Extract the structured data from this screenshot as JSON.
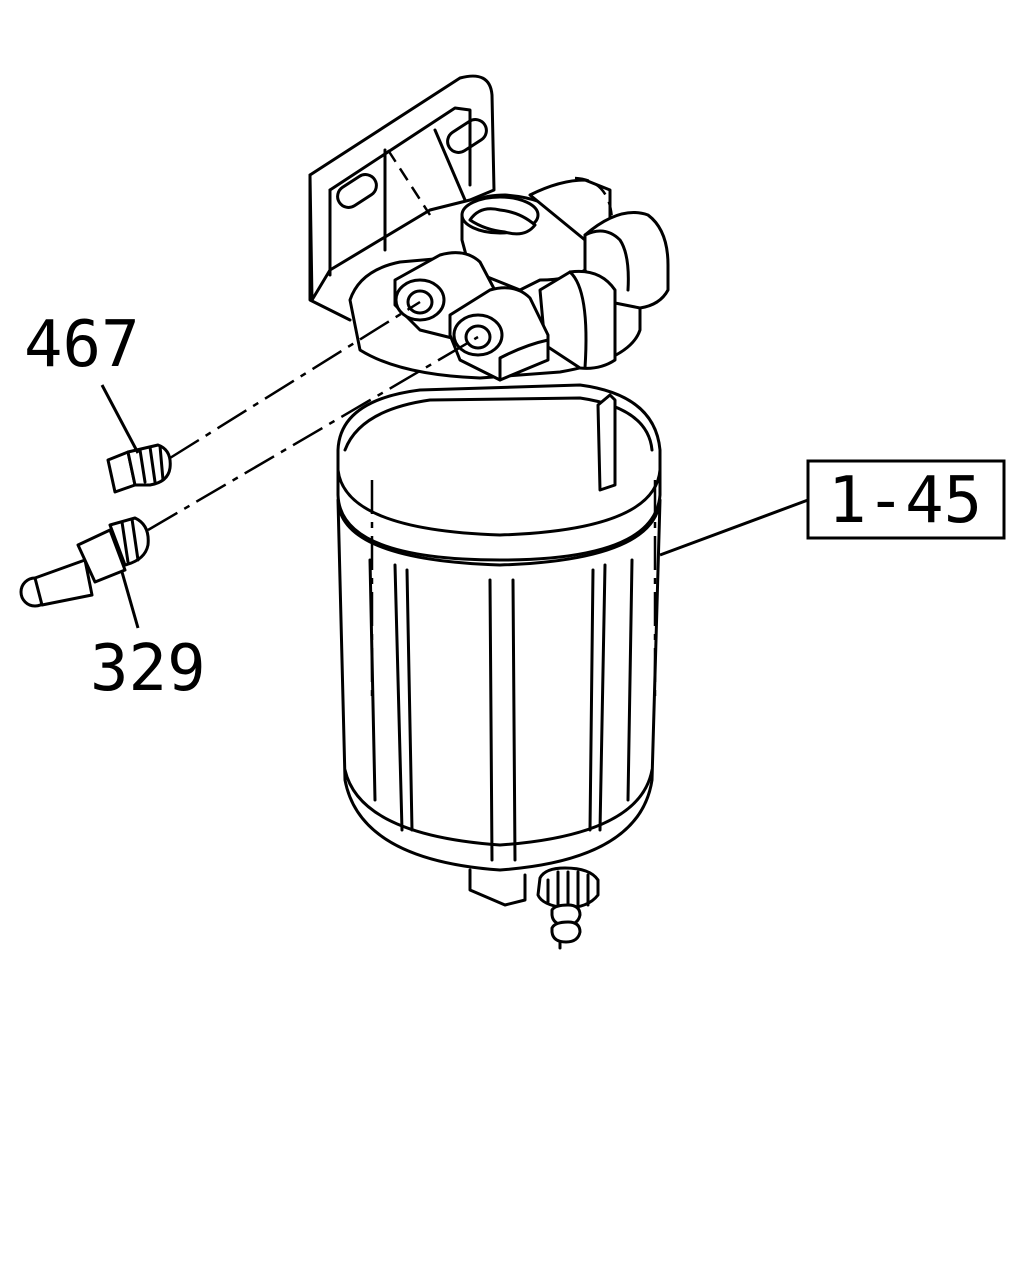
{
  "diagram": {
    "callouts": [
      {
        "id": "part-467",
        "label": "467"
      },
      {
        "id": "part-329",
        "label": "329"
      },
      {
        "id": "assembly-1-45",
        "label": "1-45"
      }
    ]
  }
}
